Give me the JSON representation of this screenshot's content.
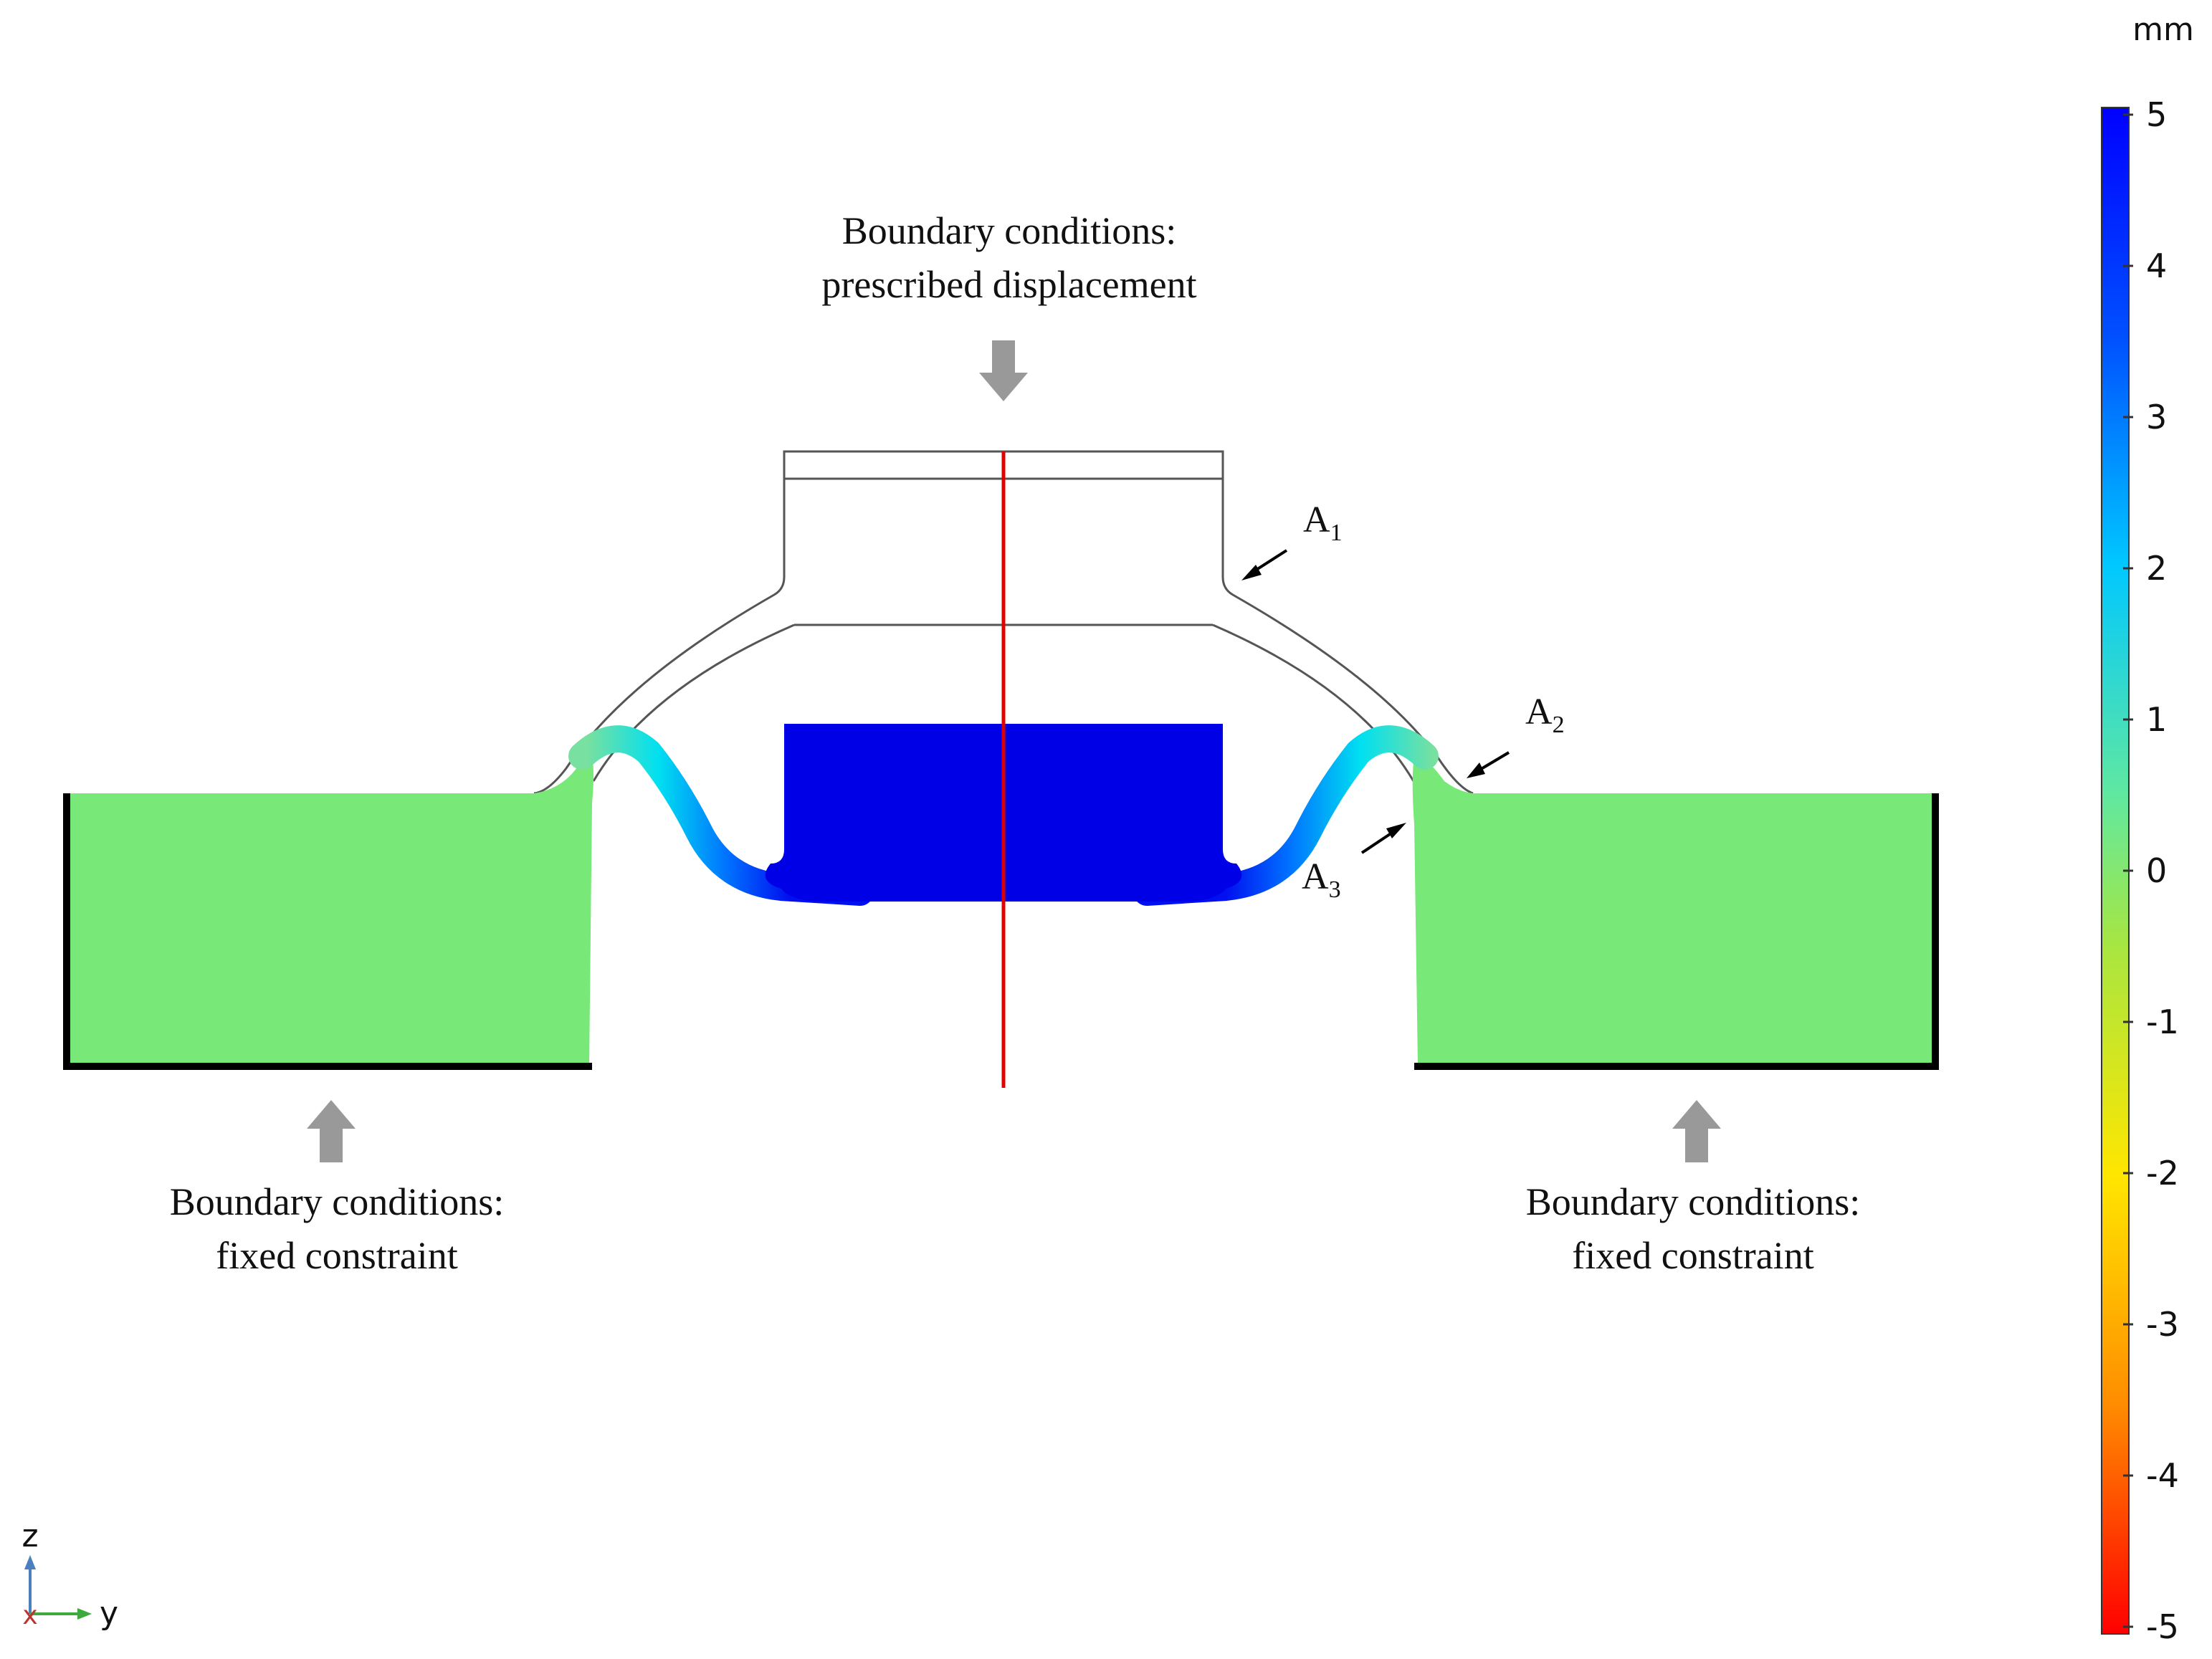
{
  "annotations": {
    "top": {
      "line1": "Boundary conditions:",
      "line2": "prescribed displacement"
    },
    "bottom_left": {
      "line1": "Boundary conditions:",
      "line2": "fixed constraint"
    },
    "bottom_right": {
      "line1": "Boundary conditions:",
      "line2": "fixed constraint"
    },
    "points": [
      {
        "letter": "A",
        "sub": "1"
      },
      {
        "letter": "A",
        "sub": "2"
      },
      {
        "letter": "A",
        "sub": "3"
      }
    ]
  },
  "colorbar": {
    "unit": "mm",
    "ticks": [
      "5",
      "4",
      "3",
      "2",
      "1",
      "0",
      "-1",
      "-2",
      "-3",
      "-4",
      "-5"
    ],
    "gradient_top_to_bottom": [
      "#0000ff",
      "#0078ff",
      "#00e6ff",
      "#78e678",
      "#ffff00",
      "#ffa000",
      "#ff0000"
    ]
  },
  "axes_triad": {
    "z": "z",
    "y": "y",
    "x": "x"
  },
  "colors": {
    "base_material": "#78e878",
    "piston": "#0000e6",
    "center_line": "#e00000",
    "arrow": "#999999",
    "undeformed_outline": "#555555"
  }
}
